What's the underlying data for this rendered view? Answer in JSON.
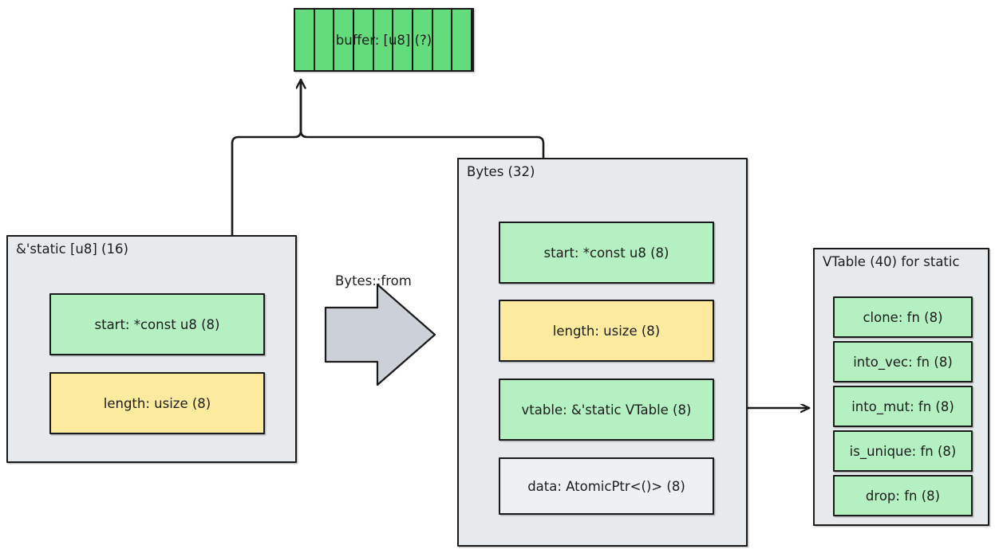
{
  "diagram": {
    "title": "Bytes memory layout",
    "colors": {
      "buffer_green": "#63dd7c",
      "field_green": "#b5f0c2",
      "field_yellow": "#fcea9e",
      "field_plain": "#eef1f3",
      "container_gray": "#e6eaed",
      "stroke": "#1a1a1a",
      "block_arrow_fill": "#ccd1d9"
    },
    "buffer": {
      "label": "buffer: [u8] (?)",
      "cells": 9
    },
    "static_slice": {
      "title": "&'static [u8] (16)",
      "fields": [
        {
          "label": "start: *const u8 (8)",
          "fill": "green"
        },
        {
          "label": "length: usize (8)",
          "fill": "yellow"
        }
      ]
    },
    "transform": {
      "label": "Bytes::from"
    },
    "bytes": {
      "title": "Bytes (32)",
      "fields": [
        {
          "label": "start: *const u8 (8)",
          "fill": "green"
        },
        {
          "label": "length: usize (8)",
          "fill": "yellow"
        },
        {
          "label": "vtable: &'static VTable (8)",
          "fill": "green"
        },
        {
          "label": "data: AtomicPtr<()> (8)",
          "fill": "plain"
        }
      ]
    },
    "vtable": {
      "title": "VTable (40) for static",
      "fields": [
        {
          "label": "clone: fn (8)",
          "fill": "green"
        },
        {
          "label": "into_vec: fn (8)",
          "fill": "green"
        },
        {
          "label": "into_mut: fn (8)",
          "fill": "green"
        },
        {
          "label": "is_unique: fn (8)",
          "fill": "green"
        },
        {
          "label": "drop: fn (8)",
          "fill": "green"
        }
      ]
    }
  }
}
